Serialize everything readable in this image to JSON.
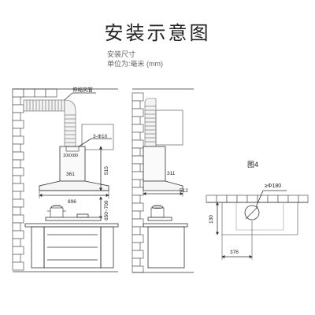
{
  "header": {
    "title": "安装示意图",
    "subtitle": "安装尺寸",
    "unit": "单位为:毫米 (mm)"
  },
  "labels": {
    "duct": "伸缩风管",
    "vent_holes": "3-Φ10",
    "fig_label": "图4",
    "hole_dia": "≥Φ180"
  },
  "front": {
    "outlet_w": "100X80",
    "body_w": "361",
    "body_h": "515",
    "hood_w": "896",
    "clearance": "650~700"
  },
  "side": {
    "body_d": "311",
    "hood_d": "512"
  },
  "top": {
    "depth": "130",
    "offset": "376"
  }
}
